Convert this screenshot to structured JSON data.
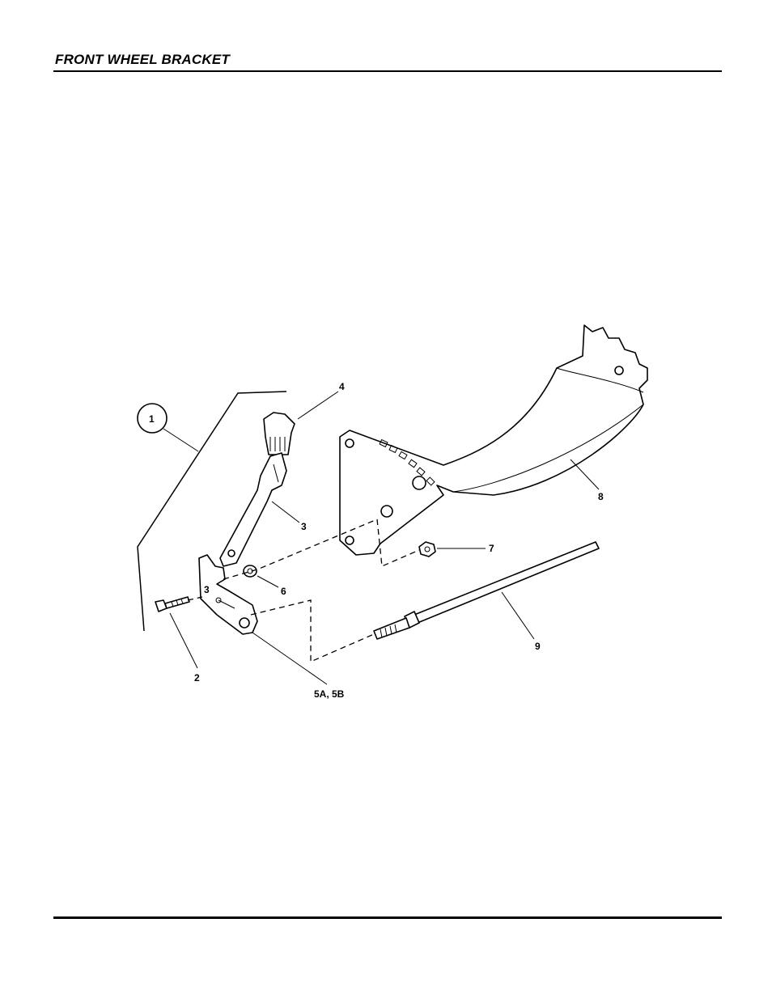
{
  "header": {
    "title": "FRONT WHEEL BRACKET"
  },
  "callouts": {
    "c1": "1",
    "c2": "2",
    "c3a": "3",
    "c3b": "3",
    "c4": "4",
    "c5": "5A, 5B",
    "c6": "6",
    "c7": "7",
    "c8": "8",
    "c9": "9"
  }
}
